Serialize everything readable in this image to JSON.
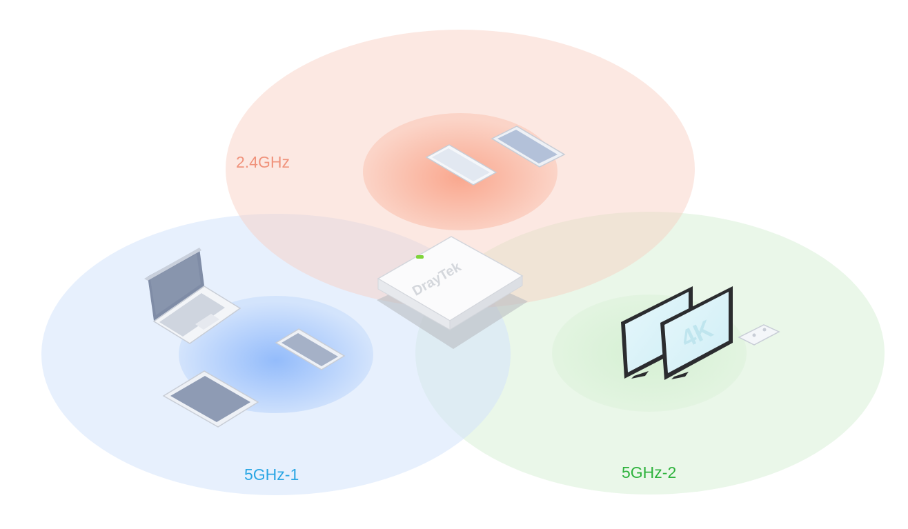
{
  "bands": [
    {
      "id": "24",
      "label": "2.4GHz",
      "label_color": "#f0937c",
      "fill": "#f8b9a6",
      "core": "#f9a88f"
    },
    {
      "id": "5g1",
      "label": "5GHz-1",
      "label_color": "#2aa6e4",
      "fill": "#c4dcfb",
      "core": "#93bdfb"
    },
    {
      "id": "5g2",
      "label": "5GHz-2",
      "label_color": "#2db23c",
      "fill": "#c7ecc4",
      "core": "#c4e8c3"
    }
  ],
  "router": {
    "brand": "DrayTek",
    "led_color": "#7fd43a"
  },
  "tv": {
    "resolution_badge": "4K"
  }
}
